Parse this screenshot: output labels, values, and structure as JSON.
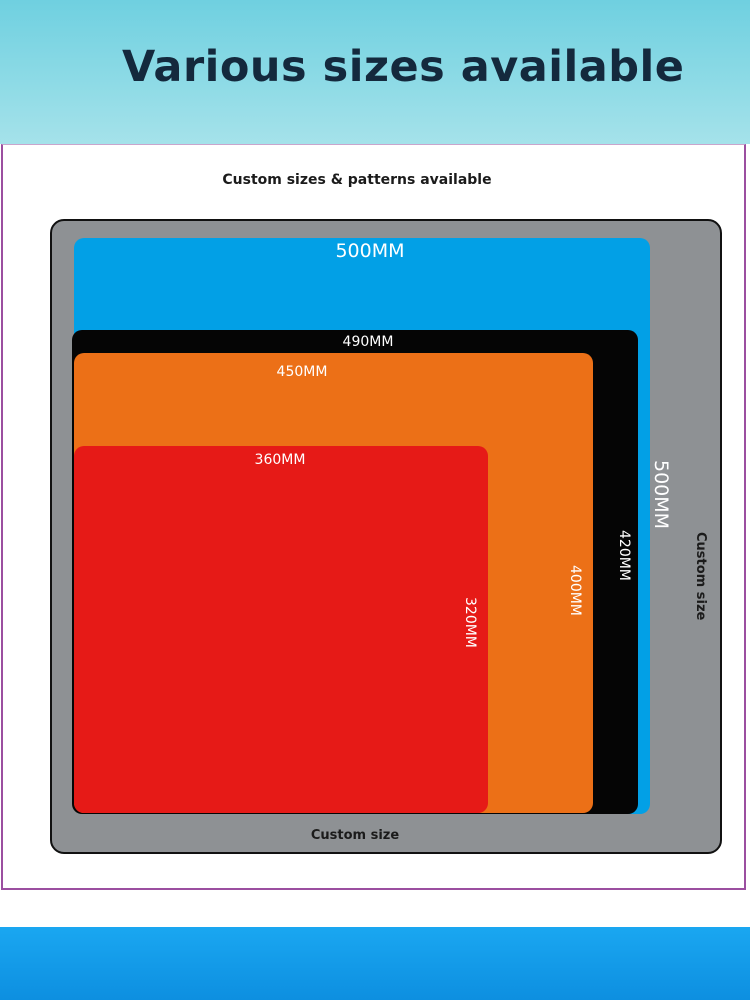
{
  "header": {
    "title": "Various sizes available"
  },
  "panel": {
    "subtitle": "Custom sizes & patterns available",
    "custom_width_label": "Custom size",
    "custom_height_label": "Custom size"
  },
  "sizes": [
    {
      "name": "blue",
      "color": "#02a0e6",
      "width_label": "500MM",
      "height_label": "500MM"
    },
    {
      "name": "black",
      "color": "#050505",
      "width_label": "490MM",
      "height_label": "420MM"
    },
    {
      "name": "orange",
      "color": "#ec7017",
      "width_label": "450MM",
      "height_label": "400MM"
    },
    {
      "name": "red",
      "color": "#e61a17",
      "width_label": "360MM",
      "height_label": "320MM"
    }
  ],
  "custom_mat_color": "#8e9194",
  "accent_color": "#14293d"
}
